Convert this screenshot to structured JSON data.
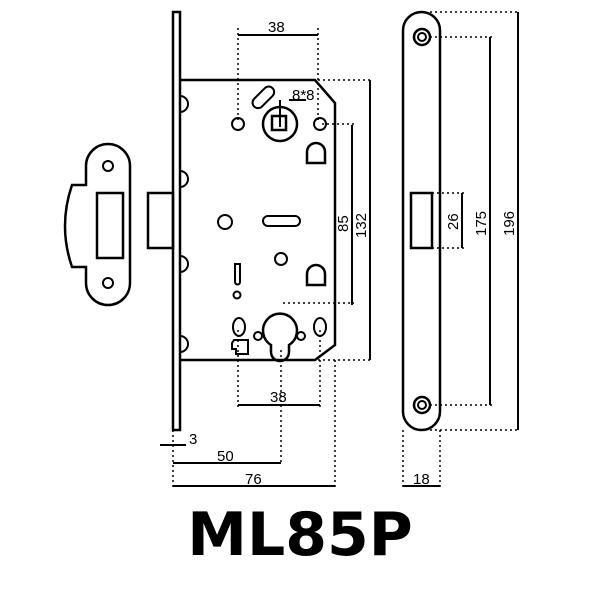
{
  "title": "ML85P",
  "dimensions": {
    "top_width": "38",
    "spindle_square": "8*8",
    "backset_centers": "85",
    "body_height": "132",
    "bottom_width": "38",
    "faceplate_thickness": "3",
    "backset": "50",
    "body_depth": "76",
    "latch_height": "26",
    "screw_spacing": "175",
    "faceplate_height": "196",
    "faceplate_width": "18"
  }
}
